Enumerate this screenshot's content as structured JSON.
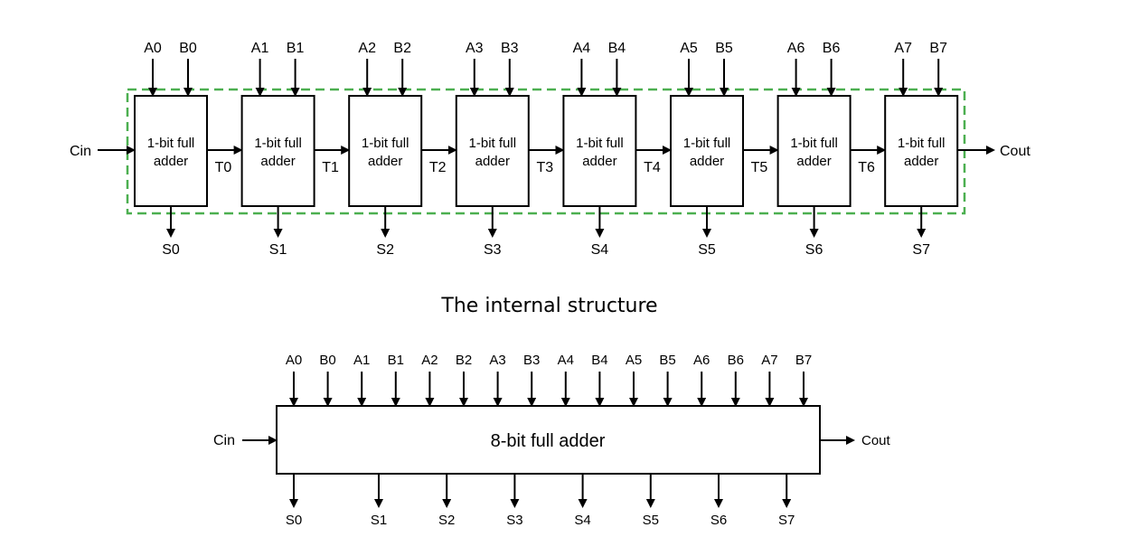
{
  "internal": {
    "block_label_line1": "1-bit full",
    "block_label_line2": "adder",
    "input_a": [
      "A0",
      "A1",
      "A2",
      "A3",
      "A4",
      "A5",
      "A6",
      "A7"
    ],
    "input_b": [
      "B0",
      "B1",
      "B2",
      "B3",
      "B4",
      "B5",
      "B6",
      "B7"
    ],
    "carries": [
      "T0",
      "T1",
      "T2",
      "T3",
      "T4",
      "T5",
      "T6"
    ],
    "outputs": [
      "S0",
      "S1",
      "S2",
      "S3",
      "S4",
      "S5",
      "S6",
      "S7"
    ],
    "carry_in": "Cin",
    "carry_out": "Cout",
    "boundary_color": "#4caf50"
  },
  "caption": "The internal structure",
  "overview": {
    "block_label": "8-bit full adder",
    "inputs": [
      "A0",
      "B0",
      "A1",
      "B1",
      "A2",
      "B2",
      "A3",
      "B3",
      "A4",
      "B4",
      "A5",
      "B5",
      "A6",
      "B6",
      "A7",
      "B7"
    ],
    "outputs": [
      "S0",
      "S1",
      "S2",
      "S3",
      "S4",
      "S5",
      "S6",
      "S7"
    ],
    "carry_in": "Cin",
    "carry_out": "Cout"
  }
}
